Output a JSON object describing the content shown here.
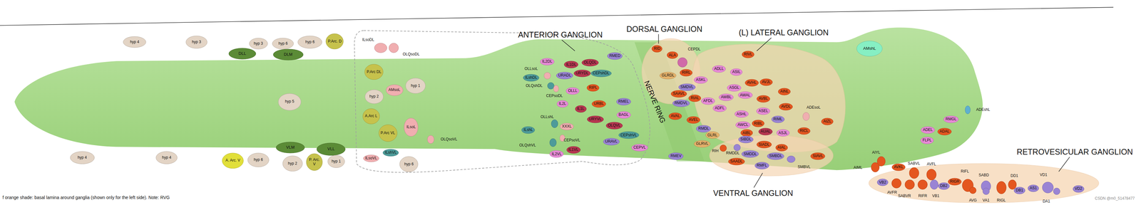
{
  "diagram": {
    "nodes": [
      {
        "text": [
          "hyp 4"
        ]
      },
      {
        "text": [
          "hyp 3"
        ]
      },
      {
        "text": [
          "hyp 3"
        ]
      },
      {
        "text": [
          "hyp 6"
        ]
      },
      {
        "text": [
          "hyp 6"
        ]
      },
      {
        "text": [
          "P.Arc. D"
        ]
      },
      {
        "text": [
          "DLL"
        ]
      },
      {
        "text": [
          "DLM"
        ]
      },
      {
        "text": [
          "ILsoDL"
        ]
      },
      {
        "text": [
          "OLQsoDL"
        ]
      },
      {
        "text": [
          "P.Arc DL"
        ]
      },
      {
        "text": [
          "hyp 1"
        ]
      },
      {
        "text": [
          "AMsoL"
        ]
      },
      {
        "text": [
          "hyp 2"
        ]
      },
      {
        "text": [
          "hyp 5"
        ]
      },
      {
        "text": [
          "A.Arc L"
        ]
      },
      {
        "text": [
          "ILsoL"
        ]
      },
      {
        "text": [
          "OLQsoVL"
        ]
      },
      {
        "text": [
          "P.Arc VL"
        ]
      },
      {
        "text": [
          "VLM"
        ]
      },
      {
        "text": [
          "VLL"
        ]
      },
      {
        "text": [
          "ILsoVL"
        ]
      },
      {
        "text": [
          "ILshVL"
        ]
      },
      {
        "text": [
          "hyp 6"
        ]
      },
      {
        "text": [
          "hyp 4"
        ]
      },
      {
        "text": [
          "hyp 4"
        ]
      },
      {
        "text": [
          "A. Arc. V"
        ]
      },
      {
        "text": [
          "hyp 6"
        ]
      },
      {
        "text": [
          "hyp 2"
        ]
      },
      {
        "text": [
          "P. Arc. V"
        ]
      },
      {
        "text": [
          "hyp 1"
        ]
      },
      {
        "text": [
          "IL2DL"
        ]
      },
      {
        "text": [
          "IL1DL"
        ]
      },
      {
        "text": [
          "OLQDL"
        ]
      },
      {
        "text": [
          "RMED"
        ]
      },
      {
        "text": [
          "OLLsoL"
        ]
      },
      {
        "text": [
          "ILshDL"
        ]
      },
      {
        "text": [
          "URADL"
        ]
      },
      {
        "text": [
          "URYDL"
        ]
      },
      {
        "text": [
          "CEPshDL"
        ]
      },
      {
        "text": [
          "OLQshDL"
        ]
      },
      {
        "text": [
          "CEPsoDL"
        ]
      },
      {
        "text": [
          "OLLL"
        ]
      },
      {
        "text": [
          "RIPL"
        ]
      },
      {
        "text": [
          "RMEL"
        ]
      },
      {
        "text": [
          "IL2L"
        ]
      },
      {
        "text": [
          "URBL"
        ]
      },
      {
        "text": [
          "IL1L"
        ]
      },
      {
        "text": [
          "BAGL"
        ]
      },
      {
        "text": [
          "OLLshL"
        ]
      },
      {
        "text": [
          "URYVL"
        ]
      },
      {
        "text": [
          "OLQVL"
        ]
      },
      {
        "text": [
          "XXXL"
        ]
      },
      {
        "text": [
          "ILshL"
        ]
      },
      {
        "text": [
          "CEPsoVL"
        ]
      },
      {
        "text": [
          "CEPshVL"
        ]
      },
      {
        "text": [
          "URAVL"
        ]
      },
      {
        "text": [
          "OLQshVL"
        ]
      },
      {
        "text": [
          "CEPVL"
        ]
      },
      {
        "text": [
          "IL1VL"
        ]
      },
      {
        "text": [
          "IL2VL"
        ]
      },
      {
        "text": [
          "RID"
        ]
      },
      {
        "text": [
          "ALA"
        ]
      },
      {
        "text": [
          "CEPDL"
        ]
      },
      {
        "text": [
          "RIVL"
        ]
      },
      {
        "text": [
          "ADLL"
        ]
      },
      {
        "text": [
          "ASIL"
        ]
      },
      {
        "text": [
          "GLRDL"
        ]
      },
      {
        "text": [
          "RIRL"
        ]
      },
      {
        "text": [
          "ASKL"
        ]
      },
      {
        "text": [
          "AVHL"
        ]
      },
      {
        "text": [
          "AVJL"
        ]
      },
      {
        "text": [
          "ASGL"
        ]
      },
      {
        "text": [
          "SMDVL"
        ]
      },
      {
        "text": [
          "AINL"
        ]
      },
      {
        "text": [
          "SAAVL"
        ]
      },
      {
        "text": [
          "AWBL"
        ]
      },
      {
        "text": [
          "AWAL"
        ]
      },
      {
        "text": [
          "RIAL"
        ]
      },
      {
        "text": [
          "AFDL"
        ]
      },
      {
        "text": [
          "AVBL"
        ]
      },
      {
        "text": [
          "RMDVL"
        ]
      },
      {
        "text": [
          "ADFL"
        ]
      },
      {
        "text": [
          "AVDL"
        ]
      },
      {
        "text": [
          "ADEsoL"
        ]
      },
      {
        "text": [
          "ASEL"
        ]
      },
      {
        "text": [
          "ASHL"
        ]
      },
      {
        "text": [
          "AVAL"
        ]
      },
      {
        "text": [
          "AVEL"
        ]
      },
      {
        "text": [
          "RIML"
        ]
      },
      {
        "text": [
          "AIZL"
        ]
      },
      {
        "text": [
          "RIBL"
        ]
      },
      {
        "text": [
          "AWCL"
        ]
      },
      {
        "text": [
          "RMDL"
        ]
      },
      {
        "text": [
          "RICL"
        ]
      },
      {
        "text": [
          "AIBL"
        ]
      },
      {
        "text": [
          "AUAL"
        ]
      },
      {
        "text": [
          "ASJL"
        ]
      },
      {
        "text": [
          "GLRL"
        ]
      },
      {
        "text": [
          "SIBDL"
        ]
      },
      {
        "text": [
          "GLRVL"
        ]
      },
      {
        "text": [
          "SIADL"
        ]
      },
      {
        "text": [
          "AIAL"
        ]
      },
      {
        "text": [
          "RIH"
        ]
      },
      {
        "text": [
          "RMDDL"
        ]
      },
      {
        "text": [
          "SMDDL"
        ]
      },
      {
        "text": [
          "SMBDL"
        ]
      },
      {
        "text": [
          "SIAVL"
        ]
      },
      {
        "text": [
          "SAADL"
        ]
      },
      {
        "text": [
          "RMFL"
        ]
      },
      {
        "text": [
          "SMBVL"
        ]
      },
      {
        "text": [
          "RMEV"
        ]
      },
      {
        "text": [
          "AMshL"
        ]
      },
      {
        "text": [
          "ADEshL"
        ]
      },
      {
        "text": [
          "RMGL"
        ]
      },
      {
        "text": [
          "ADEL"
        ]
      },
      {
        "text": [
          "ADAL"
        ]
      },
      {
        "text": [
          "FLPL"
        ]
      },
      {
        "text": [
          "AIYL"
        ]
      },
      {
        "text": [
          "AIML"
        ]
      },
      {
        "text": [
          "AVKL"
        ]
      },
      {
        "text": [
          "VB2"
        ]
      },
      {
        "text": [
          "SABVL"
        ]
      },
      {
        "text": [
          "AVFL"
        ]
      },
      {
        "text": [
          "AVFR"
        ]
      },
      {
        "text": [
          "SABVR"
        ]
      },
      {
        "text": [
          "RIFR"
        ]
      },
      {
        "text": [
          "VB1"
        ]
      },
      {
        "text": [
          "DB2"
        ]
      },
      {
        "text": [
          "RIGR"
        ]
      },
      {
        "text": [
          "RIFL"
        ]
      },
      {
        "text": [
          "SABD"
        ]
      },
      {
        "text": [
          "AVG"
        ]
      },
      {
        "text": [
          "VA1"
        ]
      },
      {
        "text": [
          "RIGL"
        ]
      },
      {
        "text": [
          "DD1"
        ]
      },
      {
        "text": [
          "DB1"
        ]
      },
      {
        "text": [
          "AS1"
        ]
      },
      {
        "text": [
          "VD1"
        ]
      },
      {
        "text": [
          "DA1"
        ]
      },
      {
        "text": [
          "VD2"
        ]
      }
    ],
    "labels": [
      "ANTERIOR GANGLION",
      "DORSAL GANGLION",
      "(L) LATERAL GANGLION",
      "NERVE RING",
      "VENTRAL GANGLION",
      "RETROVESICULAR GANGLION",
      "f orange shade: basal lamina around ganglia (shown only for the left side). Note: RVG",
      "CSDN @m0_51478477"
    ]
  }
}
